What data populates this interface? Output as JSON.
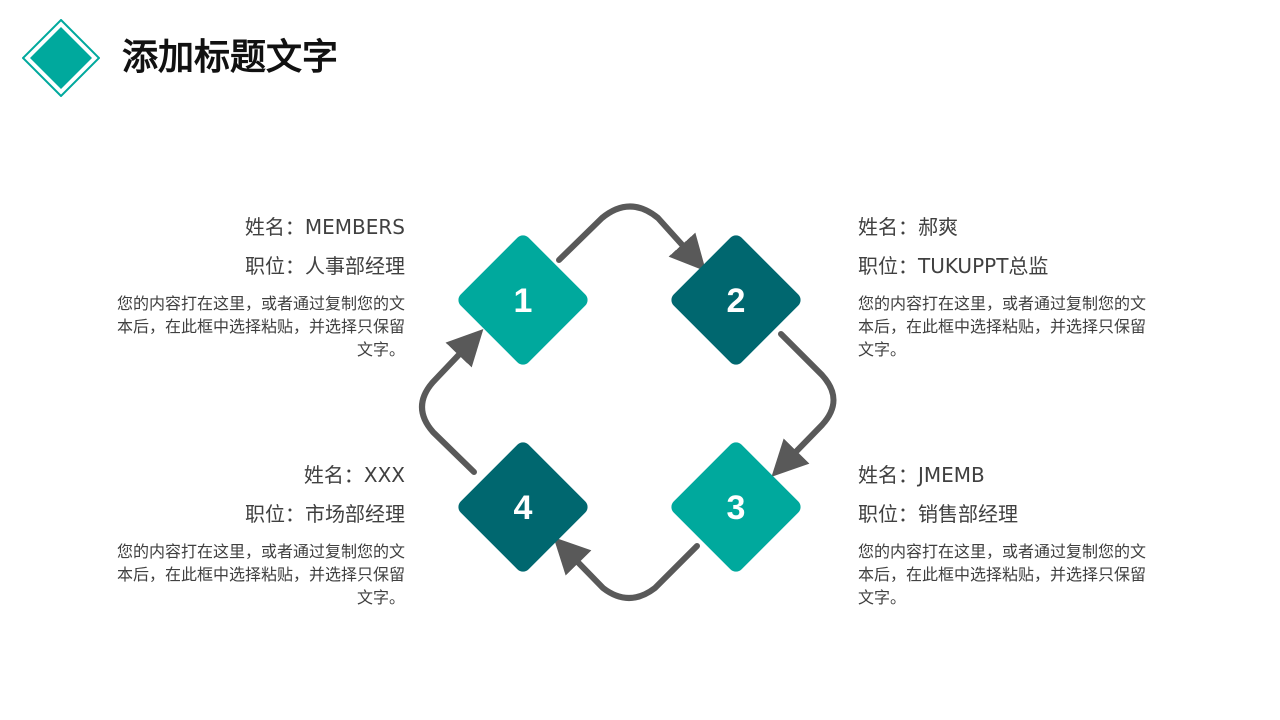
{
  "title": "添加标题文字",
  "colors": {
    "teal": "#00A99D",
    "dark_teal": "#00676F",
    "arrow": "#595959"
  },
  "steps": [
    {
      "number": "1",
      "color": "#00A99D"
    },
    {
      "number": "2",
      "color": "#00676F"
    },
    {
      "number": "3",
      "color": "#00A99D"
    },
    {
      "number": "4",
      "color": "#00676F"
    }
  ],
  "members": [
    {
      "name": "姓名：MEMBERS",
      "role": "职位：人事部经理",
      "desc": "您的内容打在这里，或者通过复制您的文本后，在此框中选择粘贴，并选择只保留文字。"
    },
    {
      "name": "姓名：郝爽",
      "role": "职位：TUKUPPT总监",
      "desc": "您的内容打在这里，或者通过复制您的文本后，在此框中选择粘贴，并选择只保留文字。"
    },
    {
      "name": "姓名：JMEMB",
      "role": "职位：销售部经理",
      "desc": "您的内容打在这里，或者通过复制您的文本后，在此框中选择粘贴，并选择只保留文字。"
    },
    {
      "name": "姓名：XXX",
      "role": "职位：市场部经理",
      "desc": "您的内容打在这里，或者通过复制您的文本后，在此框中选择粘贴，并选择只保留文字。"
    }
  ]
}
